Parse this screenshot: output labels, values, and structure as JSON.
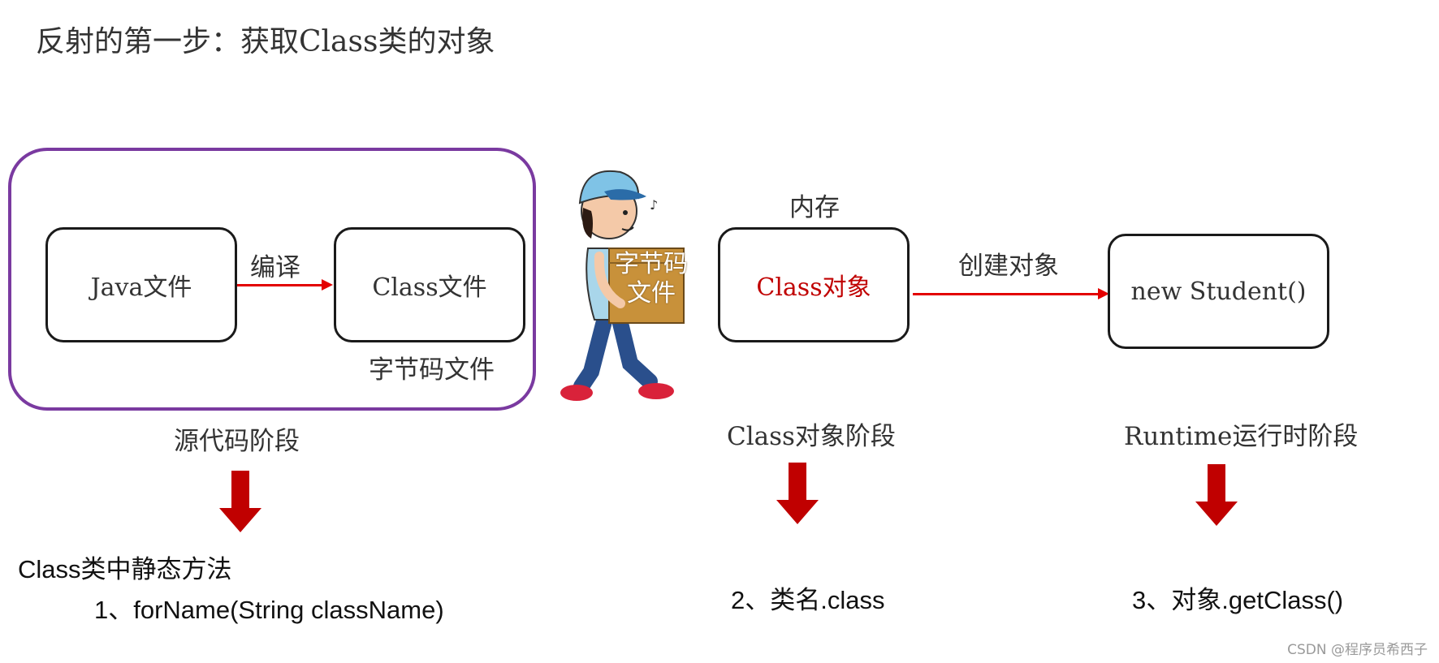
{
  "title": "反射的第一步：获取Class类的对象",
  "stages": {
    "source": {
      "java_file": "Java文件",
      "compile_label": "编译",
      "class_file": "Class文件",
      "bytecode_label": "字节码文件",
      "stage_label": "源代码阶段"
    },
    "worker": {
      "box_text": "字节码文件"
    },
    "class_object": {
      "memory_label": "内存",
      "box_text": "Class对象",
      "stage_label": "Class对象阶段",
      "create_label": "创建对象"
    },
    "runtime": {
      "box_text": "new Student()",
      "stage_label": "Runtime运行时阶段"
    }
  },
  "methods": {
    "static_title": "Class类中静态方法",
    "method1": "1、forName(String className)",
    "method2": "2、类名.class",
    "method3": "3、对象.getClass()"
  },
  "watermark": "CSDN @程序员希西子",
  "colors": {
    "arrow": "#e30000",
    "down_arrow": "#c00000",
    "group_border": "#7a3aa0",
    "class_object_text": "#c00000"
  }
}
